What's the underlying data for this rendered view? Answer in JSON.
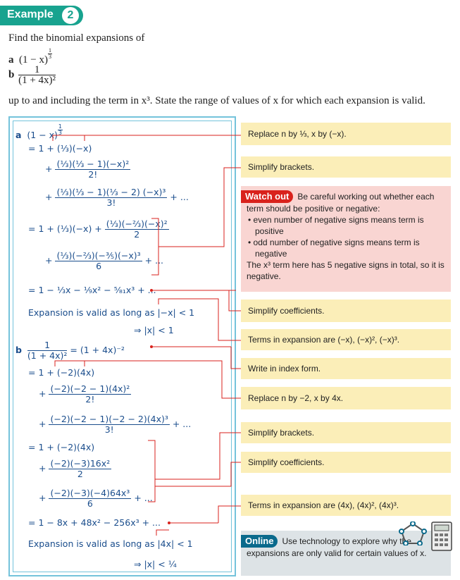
{
  "header": {
    "badge_label": "Example",
    "badge_number": "2"
  },
  "question": {
    "intro": "Find the binomial expansions of",
    "part_a_label": "a",
    "part_a_expr": "(1 − x)",
    "part_a_exp_num": "1",
    "part_a_exp_den": "3",
    "part_b_label": "b",
    "part_b_num": "1",
    "part_b_den": "(1 + 4x)²",
    "instruction": "up to and including the term in x³. State the range of values of x for which each expansion is valid."
  },
  "working": {
    "a_label": "a",
    "a_expr": "(1 − x)",
    "eq": "=",
    "plus": "+",
    "dots": "+ ...",
    "line1": "1 + (⅓)(−x)",
    "line2_num": "(⅓)(⅓ − 1)(−x)²",
    "line2_den": "2!",
    "line3_num": "(⅓)(⅓ − 1)(⅓ − 2) (−x)³",
    "line3_den": "3!",
    "line4_a": "1 + (⅓)(−x) +",
    "line4_num": "(⅓)(−⅔)(−x)²",
    "line4_den": "2",
    "line5_num": "(⅓)(−⅔)(−⅗)(−x)³",
    "line5_den": "6",
    "line6": "1 − ⅓x − ⅑x² − ⁵⁄₈₁x³ + ...",
    "valid_a1": "Expansion is valid as long as |−x| < 1",
    "valid_a2": "⇒ |x| < 1",
    "b_label": "b",
    "b_num": "1",
    "b_den": "(1 + 4x)²",
    "b_rhs": "= (1 + 4x)⁻²",
    "b1": "1 + (−2)(4x)",
    "b2_num": "(−2)(−2 − 1)(4x)²",
    "b2_den": "2!",
    "b3_num": "(−2)(−2 − 1)(−2 − 2)(4x)³",
    "b3_den": "3!",
    "b4": "1 + (−2)(4x)",
    "b5_num": "(−2)(−3)16x²",
    "b5_den": "2",
    "b6_num": "(−2)(−3)(−4)64x³",
    "b6_den": "6",
    "b7": "1 − 8x + 48x² − 256x³ + ...",
    "valid_b1": "Expansion is valid as long as |4x| < 1",
    "valid_b2": "⇒ |x| < ¼"
  },
  "notes": {
    "n1": "Replace n by ⅓, x by (−x).",
    "n2": "Simplify brackets.",
    "watch_tag": "Watch out",
    "watch_line1": "Be careful working out whether each term should be positive or negative:",
    "watch_bullet1": "even number of negative signs means term is positive",
    "watch_bullet2": "odd number of negative signs means term is negative",
    "watch_line2": "The x³ term here has 5 negative signs in total, so it is negative.",
    "n3": "Simplify coefficients.",
    "n4": "Terms in expansion are (−x), (−x)², (−x)³.",
    "n5": "Write in index form.",
    "n6": "Replace n by −2, x by 4x.",
    "n7": "Simplify brackets.",
    "n8": "Simplify coefficients.",
    "n9": "Terms in expansion are (4x), (4x)², (4x)³.",
    "online_tag": "Online",
    "online_text": "Use technology to explore why the expansions are only valid for certain values of x."
  },
  "colors": {
    "teal": "#18a38f",
    "box_border": "#74c3db",
    "note_bg": "#fbeeb8",
    "watch_bg": "#f9d5d2",
    "watch_tag": "#d9221c",
    "connector": "#d9221c",
    "online_bg": "#dde3e6",
    "online_tag": "#0a6a8c",
    "working_text": "#1a4d8c"
  },
  "icons": [
    "pentagon-network-icon",
    "calculator-icon"
  ]
}
